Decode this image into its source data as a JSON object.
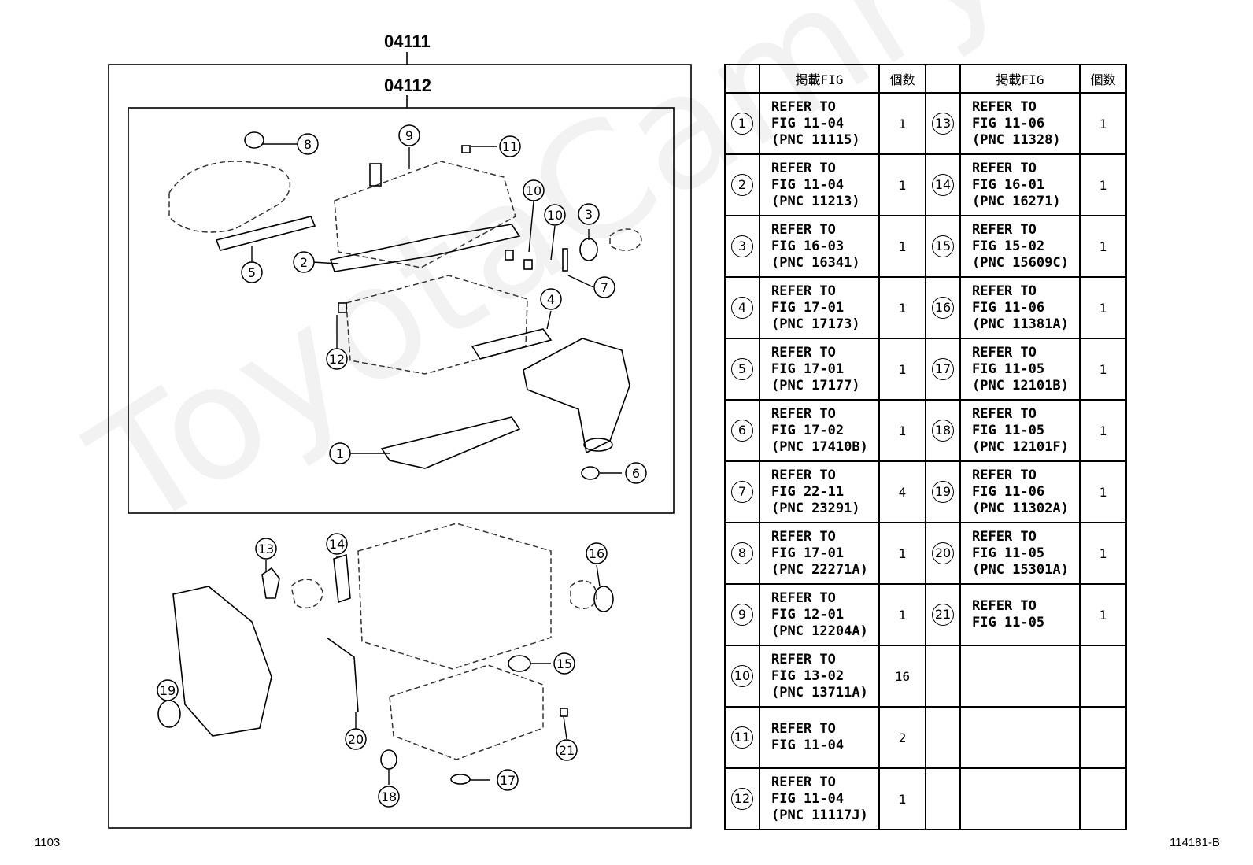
{
  "labels": {
    "kit_outer": "04111",
    "kit_inner": "04112",
    "corner_left": "1103",
    "corner_right": "114181-B",
    "watermark": "ToyotaCamry.ru"
  },
  "table": {
    "header_fig": "掲載FIG",
    "header_qty": "個数",
    "rows": [
      {
        "left": {
          "num": "1",
          "ref": "REFER TO\nFIG 11-04\n(PNC 11115)",
          "qty": "1"
        },
        "right": {
          "num": "13",
          "ref": "REFER TO\nFIG 11-06\n(PNC 11328)",
          "qty": "1"
        }
      },
      {
        "left": {
          "num": "2",
          "ref": "REFER TO\nFIG 11-04\n(PNC 11213)",
          "qty": "1"
        },
        "right": {
          "num": "14",
          "ref": "REFER TO\nFIG 16-01\n(PNC 16271)",
          "qty": "1"
        }
      },
      {
        "left": {
          "num": "3",
          "ref": "REFER TO\nFIG 16-03\n(PNC 16341)",
          "qty": "1"
        },
        "right": {
          "num": "15",
          "ref": "REFER TO\nFIG 15-02\n(PNC 15609C)",
          "qty": "1"
        }
      },
      {
        "left": {
          "num": "4",
          "ref": "REFER TO\nFIG 17-01\n(PNC 17173)",
          "qty": "1"
        },
        "right": {
          "num": "16",
          "ref": "REFER TO\nFIG 11-06\n(PNC 11381A)",
          "qty": "1"
        }
      },
      {
        "left": {
          "num": "5",
          "ref": "REFER TO\nFIG 17-01\n(PNC 17177)",
          "qty": "1"
        },
        "right": {
          "num": "17",
          "ref": "REFER TO\nFIG 11-05\n(PNC 12101B)",
          "qty": "1"
        }
      },
      {
        "left": {
          "num": "6",
          "ref": "REFER TO\nFIG 17-02\n(PNC 17410B)",
          "qty": "1"
        },
        "right": {
          "num": "18",
          "ref": "REFER TO\nFIG 11-05\n(PNC 12101F)",
          "qty": "1"
        }
      },
      {
        "left": {
          "num": "7",
          "ref": "REFER TO\nFIG 22-11\n(PNC 23291)",
          "qty": "4"
        },
        "right": {
          "num": "19",
          "ref": "REFER TO\nFIG 11-06\n(PNC 11302A)",
          "qty": "1"
        }
      },
      {
        "left": {
          "num": "8",
          "ref": "REFER TO\nFIG 17-01\n(PNC 22271A)",
          "qty": "1"
        },
        "right": {
          "num": "20",
          "ref": "REFER TO\nFIG 11-05\n(PNC 15301A)",
          "qty": "1"
        }
      },
      {
        "left": {
          "num": "9",
          "ref": "REFER TO\nFIG 12-01\n(PNC 12204A)",
          "qty": "1"
        },
        "right": {
          "num": "21",
          "ref": "REFER TO\nFIG 11-05",
          "qty": "1"
        }
      },
      {
        "left": {
          "num": "10",
          "ref": "REFER TO\nFIG 13-02\n(PNC 13711A)",
          "qty": "16"
        },
        "right": {
          "num": "",
          "ref": "",
          "qty": ""
        }
      },
      {
        "left": {
          "num": "11",
          "ref": "REFER TO\nFIG 11-04",
          "qty": "2"
        },
        "right": {
          "num": "",
          "ref": "",
          "qty": ""
        }
      },
      {
        "left": {
          "num": "12",
          "ref": "REFER TO\nFIG 11-04\n(PNC 11117J)",
          "qty": "1"
        },
        "right": {
          "num": "",
          "ref": "",
          "qty": ""
        }
      }
    ]
  },
  "callouts": [
    "1",
    "2",
    "3",
    "4",
    "5",
    "6",
    "7",
    "8",
    "9",
    "10",
    "11",
    "12",
    "13",
    "14",
    "15",
    "16",
    "17",
    "18",
    "19",
    "20",
    "21"
  ]
}
